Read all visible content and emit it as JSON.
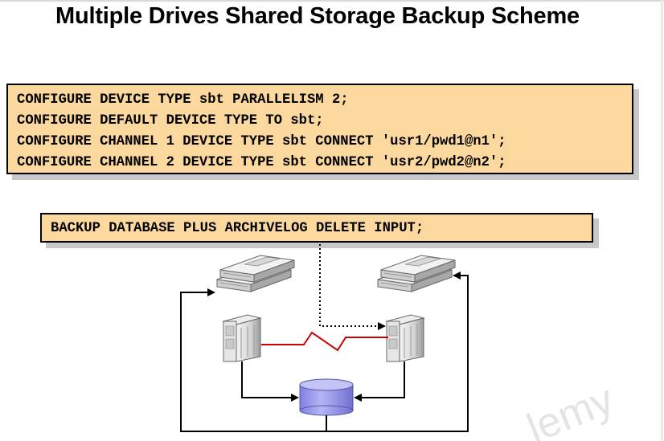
{
  "title": "Multiple Drives Shared Storage Backup Scheme",
  "config_commands": [
    "CONFIGURE DEVICE TYPE sbt PARALLELISM 2;",
    "CONFIGURE DEFAULT DEVICE TYPE TO sbt;",
    "CONFIGURE CHANNEL 1 DEVICE TYPE sbt CONNECT 'usr1/pwd1@n1';",
    "CONFIGURE CHANNEL 2 DEVICE TYPE sbt CONNECT 'usr2/pwd2@n2';"
  ],
  "backup_command": "BACKUP DATABASE PLUS ARCHIVELOG DELETE INPUT;",
  "watermark": "lemy",
  "colors": {
    "box_fill": "#fbd99e",
    "interconnect": "#cc0000",
    "storage": "#9999ee"
  },
  "icons": {
    "tape_drive": "tape-drive-icon",
    "server": "server-icon",
    "storage": "shared-disk-icon"
  }
}
